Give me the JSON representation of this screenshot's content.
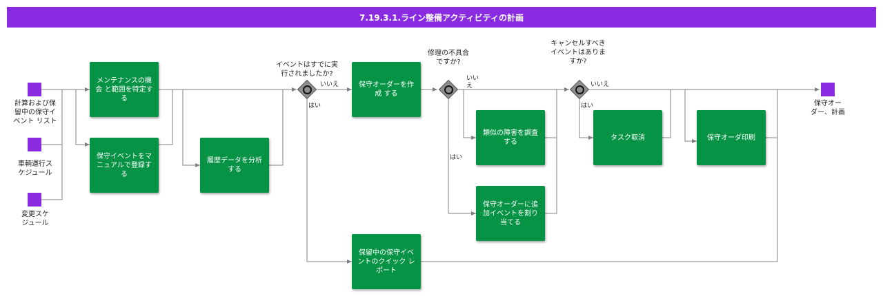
{
  "title": "7.19.3.1.ライン整備アクティビティの計画",
  "colors": {
    "title_bar": "#8a2be2",
    "event": "#8a2be2",
    "task": "#069345",
    "gateway": "#8f8f8f",
    "line": "#808080"
  },
  "start_events": [
    {
      "label": "計算および保\n留中の保守イ\nベント リスト"
    },
    {
      "label": "車輌運行ス\nケジュール"
    },
    {
      "label": "変更スケ\nジュール"
    }
  ],
  "end_event": {
    "label": "保守オー\nダー、計画"
  },
  "tasks": {
    "identify": "メンテナンスの機会 と範囲を特定する",
    "register": "保守イベントをマニュアルで登録する",
    "analyze": "履歴データを分析する",
    "create_order": "保守オーダーを作成 する",
    "quick_report": "保留中の保守イベントのクイック レポート",
    "investigate": "類似の障害を調査する",
    "assign": "保守オーダーに追加イベントを割り当てる",
    "cancel": "タスク取消",
    "print": "保守オーダ印刷"
  },
  "gateways": {
    "executed": "イベントはすでに実\n行されましたか?",
    "defect": "修理の不具合\nですか?",
    "cancel_event": "キャンセルすべき\nイベントはありま\nすか?"
  },
  "edge_labels": {
    "g1_no": "いいえ",
    "g1_yes": "はい",
    "g2_no": "いい\nえ",
    "g2_yes": "はい",
    "g3_no": "いいえ",
    "g3_yes": "はい"
  }
}
